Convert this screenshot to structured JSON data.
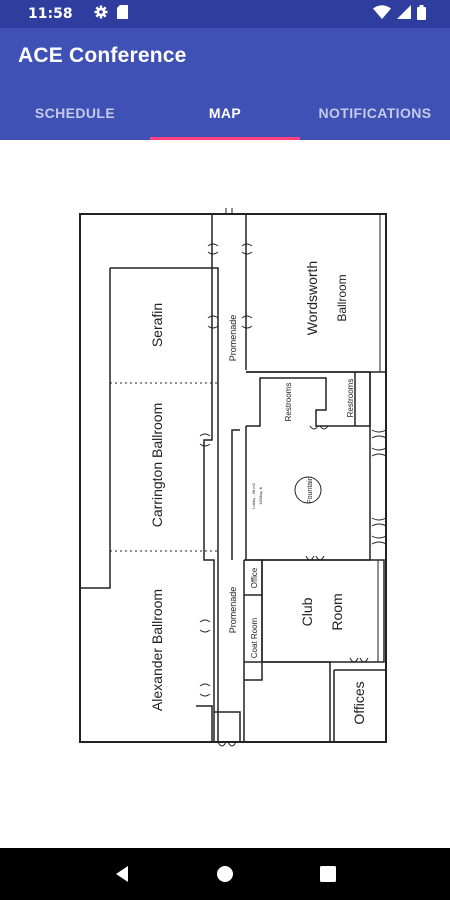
{
  "status_bar": {
    "time": "11:58",
    "icons": [
      "gear-icon",
      "sim-card-icon",
      "wifi-icon",
      "signal-icon",
      "battery-icon"
    ]
  },
  "app": {
    "title": "ACE Conference",
    "primary_color": "#3f51b5",
    "status_color": "#2f3e9e",
    "accent_color": "#ff4081"
  },
  "tabs": [
    {
      "label": "SCHEDULE",
      "active": false
    },
    {
      "label": "MAP",
      "active": true
    },
    {
      "label": "NOTIFICATIONS",
      "active": false
    }
  ],
  "map": {
    "rooms": {
      "serafin": "Serafin",
      "carrington": "Carrington Ballroom",
      "alexander": "Alexander Ballroom",
      "promenade_top": "Promenade",
      "promenade_bottom": "Promenade",
      "wordsworth_1": "Wordsworth",
      "wordsworth_2": "Ballroom",
      "restrooms_1": "Restrooms",
      "restrooms_2": "Restrooms",
      "fountain": "Fountain",
      "lobby_1": "Lobby - 38 m2",
      "lobby_2": "1600sq. ft",
      "office": "Office",
      "coat_room": "Coat Room",
      "club_1": "Club",
      "club_2": "Room",
      "offices": "Offices"
    }
  },
  "nav": {
    "icons": [
      "back-icon",
      "home-icon",
      "recents-icon"
    ]
  }
}
